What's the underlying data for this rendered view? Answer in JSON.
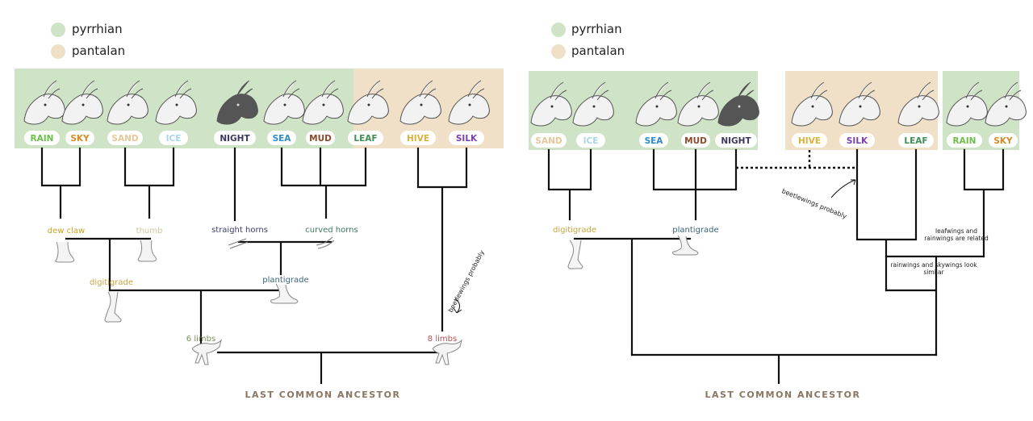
{
  "legend": {
    "pyrrhian": {
      "label": "pyrrhian",
      "color": "#cfe3c6"
    },
    "pantalan": {
      "label": "pantalan",
      "color": "#f0e0c8"
    }
  },
  "tribe_colors": {
    "RAIN": "#6cc04a",
    "SKY": "#d78a25",
    "SAND": "#e8c79a",
    "ICE": "#a9d6e8",
    "NIGHT": "#3e3860",
    "SEA": "#2f8cc4",
    "MUD": "#8b4a2a",
    "LEAF": "#3f8f56",
    "HIVE": "#d9b23c",
    "SILK": "#7b3fb0"
  },
  "left_tree": {
    "tribes": [
      "RAIN",
      "SKY",
      "SAND",
      "ICE",
      "NIGHT",
      "SEA",
      "MUD",
      "LEAF",
      "HIVE",
      "SILK"
    ],
    "traits": {
      "dew_claw": "dew claw",
      "thumb": "thumb",
      "straight_horns": "straight horns",
      "curved_horns": "curved horns",
      "digitigrade": "digitigrade",
      "plantigrade": "plantigrade",
      "six_limbs": "6 limbs",
      "eight_limbs": "8 limbs"
    },
    "note": "beetlewings probably",
    "root": "LAST COMMON ANCESTOR"
  },
  "right_tree": {
    "tribes": [
      "SAND",
      "ICE",
      "SEA",
      "MUD",
      "NIGHT",
      "HIVE",
      "SILK",
      "LEAF",
      "RAIN",
      "SKY"
    ],
    "traits": {
      "digitigrade": "digitigrade",
      "plantigrade": "plantigrade"
    },
    "notes": {
      "beetlewings": "beetlewings probably",
      "leaf_rain": "leafwings and rainwings are related",
      "rain_sky": "rainwings and skywings look similar"
    },
    "root": "LAST COMMON ANCESTOR"
  }
}
